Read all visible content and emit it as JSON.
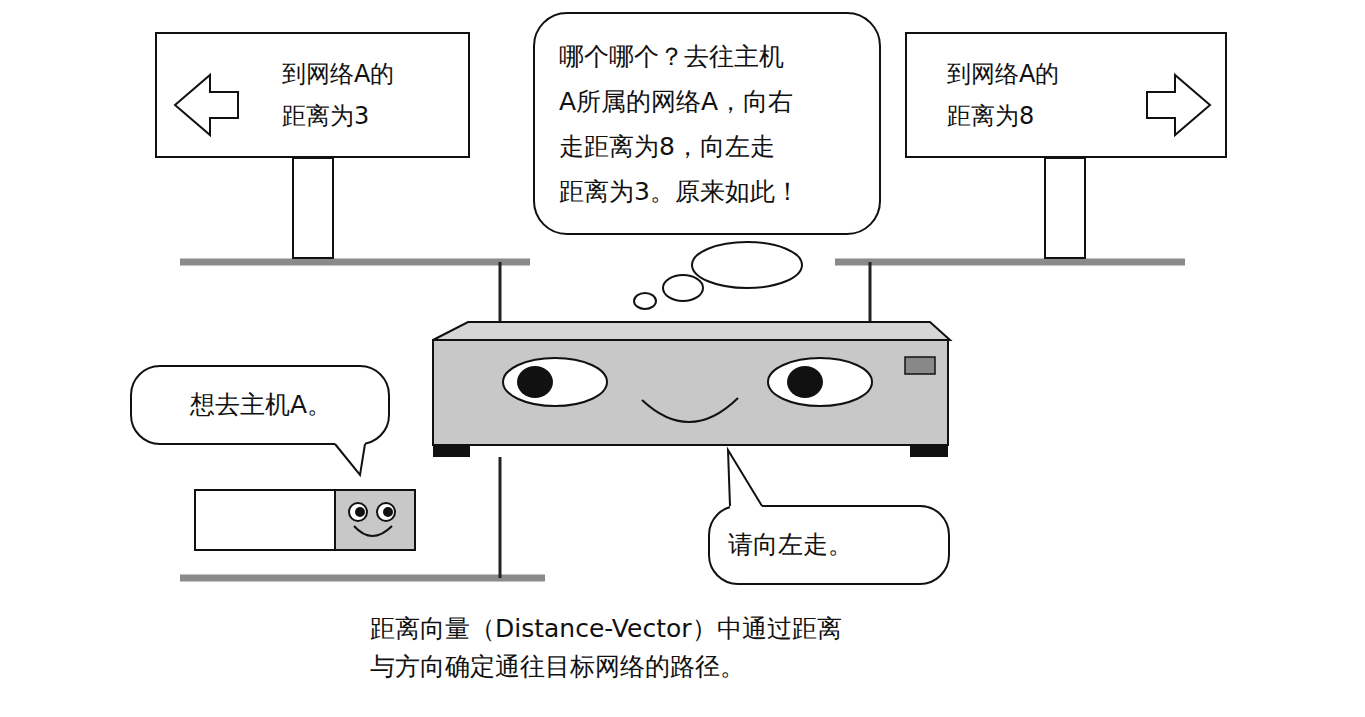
{
  "diagram": {
    "caption": "距离向量（Distance-Vector）中通过距离 与方向确定通往目标网络的路径。",
    "nodes": [
      {
        "text": [
          "到网络A的 距离为3"
        ]
      },
      {
        "text": [
          "哪个哪个？去往主机 A所属的网络A，向右 走距离为8，向左走 距离为3。原来如此！"
        ]
      },
      {
        "text": [
          "到网络A的 距离为8"
        ]
      },
      {
        "text": [
          "想去主机A。"
        ]
      },
      {
        "text": [
          "请向左走。"
        ]
      }
    ]
  }
}
